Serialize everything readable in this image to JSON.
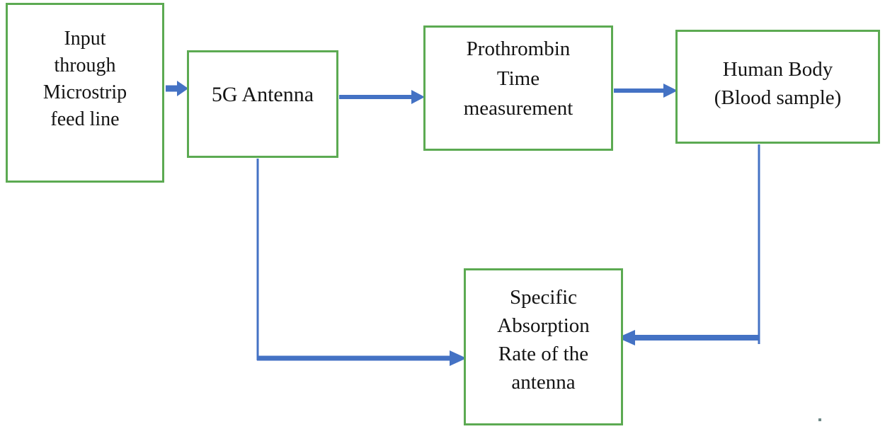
{
  "colors": {
    "green": "#5CAA52",
    "blue": "#4472C4",
    "text": "#141414",
    "bg": "#FFFFFF"
  },
  "boxes": {
    "input": {
      "label": "Input through Microstrip feed line",
      "lines": [
        "Input",
        "through",
        "Microstrip",
        "feed line"
      ]
    },
    "antenna": {
      "label": "5G Antenna",
      "lines": [
        "5G Antenna"
      ]
    },
    "prothrombin": {
      "label": "Prothrombin Time measurement",
      "lines": [
        "Prothrombin",
        "Time",
        "measurement"
      ]
    },
    "human_body": {
      "label": "Human Body (Blood sample)",
      "lines": [
        "Human Body",
        "(Blood sample)"
      ]
    },
    "sar": {
      "label": "Specific Absorption Rate of the antenna",
      "lines": [
        "Specific",
        "Absorption",
        "Rate of the",
        "antenna"
      ]
    }
  },
  "connections": [
    {
      "from": "Input through Microstrip feed line",
      "to": "5G Antenna"
    },
    {
      "from": "5G Antenna",
      "to": "Prothrombin Time measurement"
    },
    {
      "from": "Prothrombin Time measurement",
      "to": "Human Body (Blood sample)"
    },
    {
      "from": "5G Antenna",
      "to": "Specific Absorption Rate of the antenna"
    },
    {
      "from": "Human Body (Blood sample)",
      "to": "Specific Absorption Rate of the antenna"
    }
  ]
}
